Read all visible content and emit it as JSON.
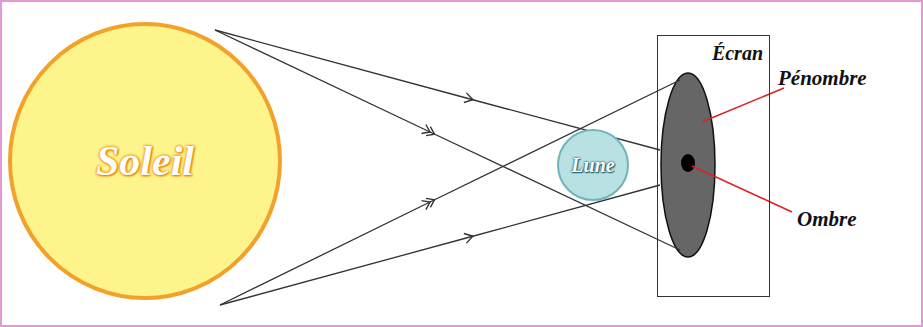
{
  "diagram": {
    "nodes": [
      {
        "text": [
          "Soleil"
        ]
      },
      {
        "text": [
          "Lune"
        ]
      },
      {
        "text": [
          "Écran"
        ]
      }
    ],
    "labels": [
      "Pénombre",
      "Ombre"
    ]
  }
}
